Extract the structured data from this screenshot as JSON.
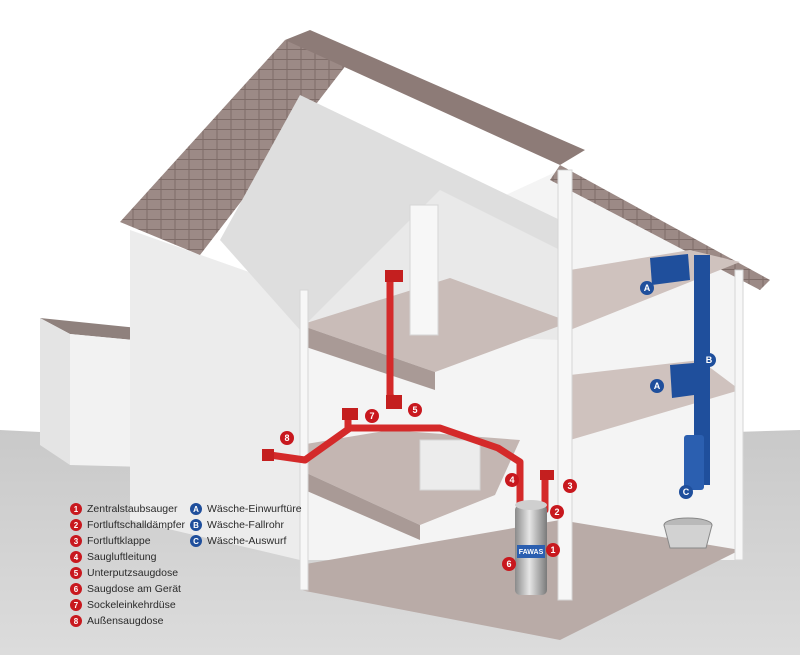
{
  "colors": {
    "pipe": "#d42a2a",
    "chute": "#1f4f9c",
    "badge_red": "#c8181e",
    "badge_blue": "#1f4f9c"
  },
  "components": [
    {
      "marker": "1",
      "label": "Zentralstaubsauger"
    },
    {
      "marker": "2",
      "label": "Fortluftschalldämpfer"
    },
    {
      "marker": "3",
      "label": "Fortluftklappe"
    },
    {
      "marker": "4",
      "label": "Saugluftleitung"
    },
    {
      "marker": "5",
      "label": "Unterputzsaugdose"
    },
    {
      "marker": "6",
      "label": "Saugdose am Gerät"
    },
    {
      "marker": "7",
      "label": "Sockeleinkehrdüse"
    },
    {
      "marker": "8",
      "label": "Außensaugdose"
    }
  ],
  "laundry": [
    {
      "marker": "A",
      "label": "Wäsche-Einwurftüre"
    },
    {
      "marker": "B",
      "label": "Wäsche-Fallrohr"
    },
    {
      "marker": "C",
      "label": "Wäsche-Auswurf"
    }
  ],
  "device_brand": "FAWAS"
}
